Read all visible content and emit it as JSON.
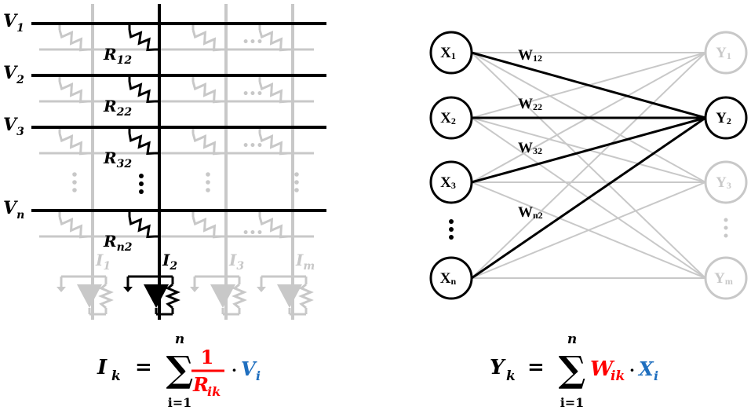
{
  "colors": {
    "active": "#000000",
    "inactive": "#c8c8c8",
    "red": "#ff0000",
    "blue": "#1f6fbf"
  },
  "crossbar": {
    "rows": [
      {
        "base": "V",
        "sub": "1"
      },
      {
        "base": "V",
        "sub": "2"
      },
      {
        "base": "V",
        "sub": "3"
      },
      {
        "base": "V",
        "sub": "n"
      }
    ],
    "resistors": [
      {
        "base": "R",
        "sub": "12"
      },
      {
        "base": "R",
        "sub": "22"
      },
      {
        "base": "R",
        "sub": "32"
      },
      {
        "base": "R",
        "sub": "n2"
      }
    ],
    "currents": [
      {
        "base": "I",
        "sub": "1",
        "active": false
      },
      {
        "base": "I",
        "sub": "2",
        "active": true
      },
      {
        "base": "I",
        "sub": "3",
        "active": false
      },
      {
        "base": "I",
        "sub": "m",
        "active": false
      }
    ],
    "ellipsis_horizontal": "•••",
    "ellipsis_vertical": "⋮"
  },
  "network": {
    "inputs": [
      {
        "base": "X",
        "sub": "1"
      },
      {
        "base": "X",
        "sub": "2"
      },
      {
        "base": "X",
        "sub": "3"
      },
      {
        "base": "X",
        "sub": "n"
      }
    ],
    "outputs": [
      {
        "base": "Y",
        "sub": "1",
        "active": false
      },
      {
        "base": "Y",
        "sub": "2",
        "active": true
      },
      {
        "base": "Y",
        "sub": "3",
        "active": false
      },
      {
        "base": "Y",
        "sub": "m",
        "active": false
      }
    ],
    "weights": [
      {
        "base": "W",
        "sub": "12"
      },
      {
        "base": "W",
        "sub": "22"
      },
      {
        "base": "W",
        "sub": "32"
      },
      {
        "base": "W",
        "sub": "n2"
      }
    ],
    "ellipsis_vertical": "⋮"
  },
  "equations": {
    "left": {
      "lhs_base": "I",
      "lhs_sub": "k",
      "eq": "=",
      "sum": "∑",
      "upper": "n",
      "lower": "i=1",
      "frac_num": "1",
      "frac_den_base": "R",
      "frac_den_sub": "ik",
      "dot": "·",
      "var_base": "V",
      "var_sub": "i"
    },
    "right": {
      "lhs_base": "Y",
      "lhs_sub": "k",
      "eq": "=",
      "sum": "∑",
      "upper": "n",
      "lower": "i=1",
      "w_base": "W",
      "w_sub": "ik",
      "dot": "·",
      "var_base": "X",
      "var_sub": "i"
    }
  }
}
